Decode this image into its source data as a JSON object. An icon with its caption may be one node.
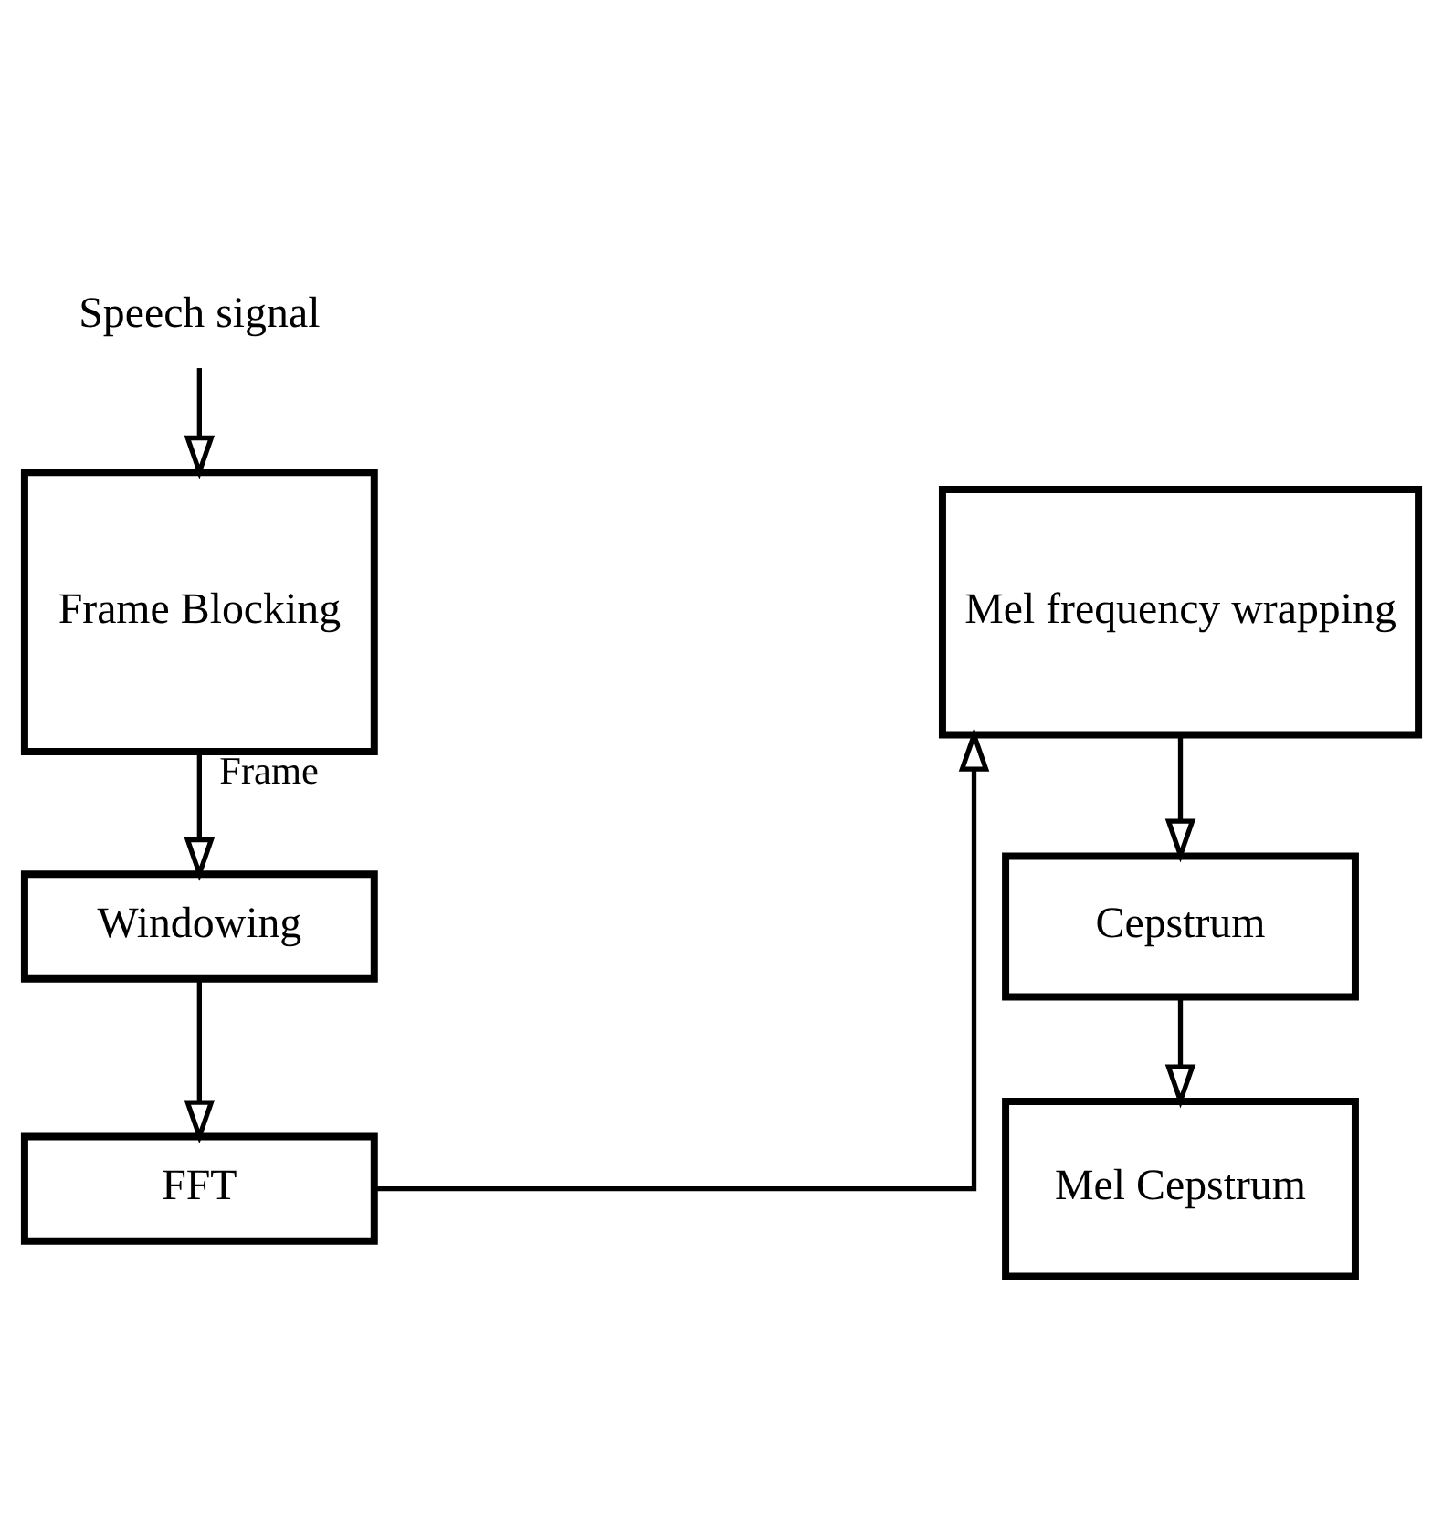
{
  "diagram": {
    "nodes": [
      {
        "text": [
          "Speech signal"
        ]
      },
      {
        "text": [
          "Frame Blocking"
        ]
      },
      {
        "text": [
          "Windowing"
        ]
      },
      {
        "text": [
          "FFT"
        ]
      },
      {
        "text": [
          "Mel frequency wrapping"
        ]
      },
      {
        "text": [
          "Cepstrum"
        ]
      },
      {
        "text": [
          "Mel Cepstrum"
        ]
      }
    ],
    "edges": [
      {
        "from": 0,
        "to": 1,
        "arrow": "to"
      },
      {
        "from": 1,
        "to": 2,
        "arrow": "to",
        "label": "Frame"
      },
      {
        "from": 2,
        "to": 3,
        "arrow": "to"
      },
      {
        "from": 3,
        "to": 4,
        "arrow": "to"
      },
      {
        "from": 4,
        "to": 5,
        "arrow": "to"
      },
      {
        "from": 5,
        "to": 6,
        "arrow": "to"
      }
    ]
  }
}
